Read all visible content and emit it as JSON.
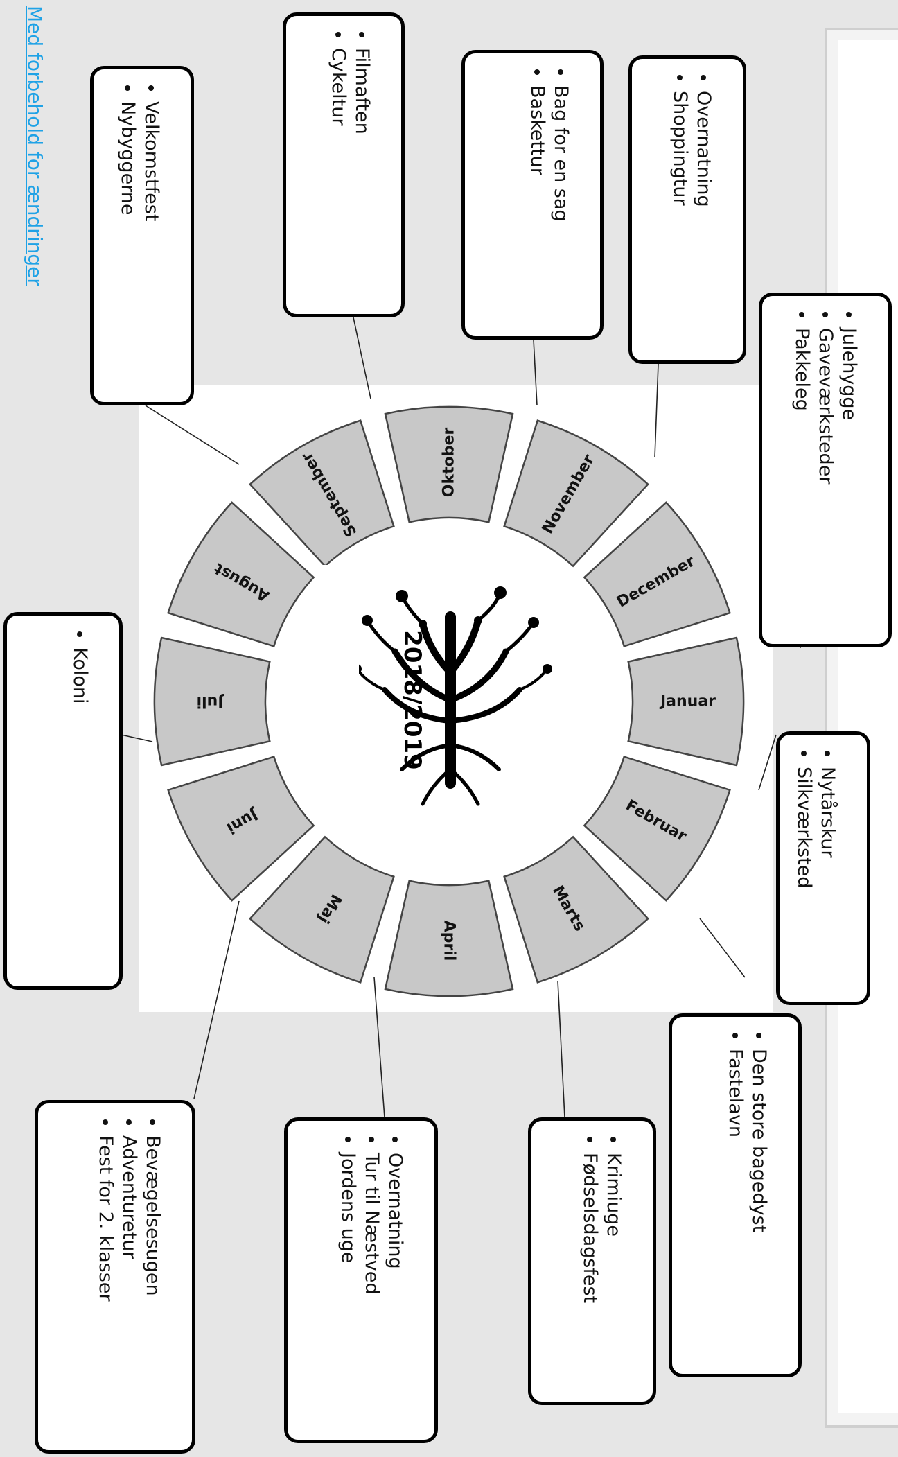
{
  "year": "2018/2019",
  "footer_note": "Med forbehold for ændringer",
  "months": [
    "Januar",
    "Februar",
    "Marts",
    "April",
    "Maj",
    "Juni",
    "Juli",
    "August",
    "September",
    "Oktober",
    "November",
    "December"
  ],
  "boxes": [
    {
      "id": "dec-box",
      "items": [
        "Julehygge",
        "Gaveværksteder",
        "Pakkeleg"
      ]
    },
    {
      "id": "nov-box",
      "items": [
        "Overnatning",
        "Shoppingtur"
      ]
    },
    {
      "id": "okt-box",
      "items": [
        "Bag for en sag",
        "Baskettur"
      ]
    },
    {
      "id": "sep-box",
      "items": [
        "Filmaften",
        "Cykeltur"
      ]
    },
    {
      "id": "aug-box",
      "items": [
        "Velkomstfest",
        "Nybyggerne"
      ]
    },
    {
      "id": "jun-box",
      "items": [
        "Koloni"
      ]
    },
    {
      "id": "jan-box",
      "items": [
        "Nytårskur",
        "Silkværksted"
      ]
    },
    {
      "id": "feb-box",
      "items": [
        "Den store bagedyst",
        "Fastelavn"
      ]
    },
    {
      "id": "mar-box",
      "items": [
        "Krimiuge",
        "Fødselsdagsfest"
      ]
    },
    {
      "id": "apr-box",
      "items": [
        "Overnatning",
        "Tur til Næstved",
        "Jordens uge"
      ]
    },
    {
      "id": "maj-box",
      "items": [
        "Bevægelsesugen",
        "Adventuretur",
        "Fest for 2. klasser"
      ]
    }
  ],
  "colors": {
    "segment": "#c8c8c8",
    "link": "#1fa2e6"
  }
}
